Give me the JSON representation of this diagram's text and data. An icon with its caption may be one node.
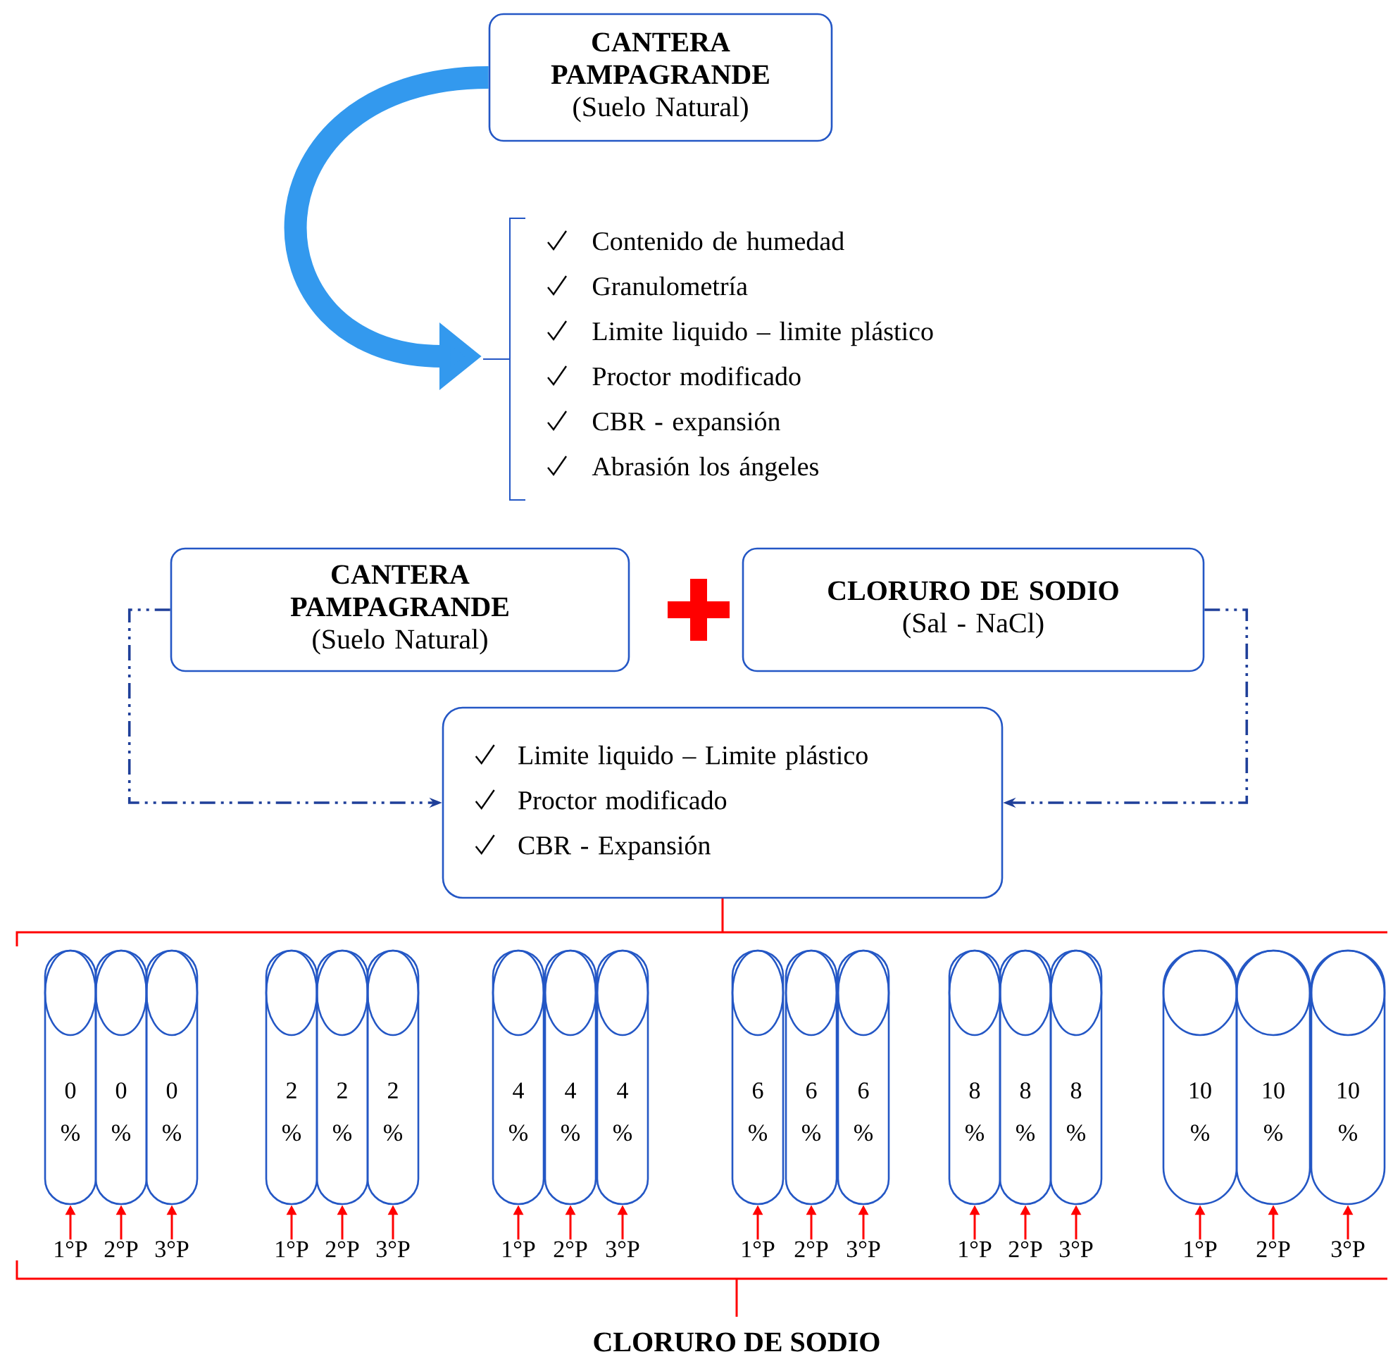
{
  "diagram": {
    "nodes": [
      {
        "text": [
          "CANTERA PAMPAGRANDE",
          "(Suelo Natural)"
        ]
      },
      {
        "text": [
          "Contenido de humedad",
          "Granulometría",
          "Limite liquido – limite plástico",
          "Proctor modificado",
          "CBR -  expansión",
          "Abrasión los ángeles"
        ]
      },
      {
        "text": [
          "CANTERA PAMPAGRANDE",
          "(Suelo Natural)"
        ]
      },
      {
        "text": [
          "CLORURO DE SODIO",
          "(Sal - NaCl)"
        ]
      },
      {
        "text": [
          "Limite liquido – Limite plástico",
          "Proctor modificado",
          "CBR -  Expansión"
        ]
      },
      {
        "text": [
          "0 %"
        ]
      },
      {
        "text": [
          "0 %"
        ]
      },
      {
        "text": [
          "0 %"
        ]
      },
      {
        "text": [
          "2 %"
        ]
      },
      {
        "text": [
          "2 %"
        ]
      },
      {
        "text": [
          "2 %"
        ]
      },
      {
        "text": [
          "4 %"
        ]
      },
      {
        "text": [
          "4 %"
        ]
      },
      {
        "text": [
          "4 %"
        ]
      },
      {
        "text": [
          "6 %"
        ]
      },
      {
        "text": [
          "6 %"
        ]
      },
      {
        "text": [
          "6 %"
        ]
      },
      {
        "text": [
          "8 %"
        ]
      },
      {
        "text": [
          "8 %"
        ]
      },
      {
        "text": [
          "8 %"
        ]
      },
      {
        "text": [
          "10 %"
        ]
      },
      {
        "text": [
          "10 %"
        ]
      },
      {
        "text": [
          "10 %"
        ]
      },
      {
        "text": [
          "1°P"
        ]
      },
      {
        "text": [
          "2°P"
        ]
      },
      {
        "text": [
          "3°P"
        ]
      },
      {
        "text": [
          "1°P"
        ]
      },
      {
        "text": [
          "2°P"
        ]
      },
      {
        "text": [
          "3°P"
        ]
      },
      {
        "text": [
          "1°P"
        ]
      },
      {
        "text": [
          "2°P"
        ]
      },
      {
        "text": [
          "3°P"
        ]
      },
      {
        "text": [
          "1°P"
        ]
      },
      {
        "text": [
          "2°P"
        ]
      },
      {
        "text": [
          "3°P"
        ]
      },
      {
        "text": [
          "1°P"
        ]
      },
      {
        "text": [
          "2°P"
        ]
      },
      {
        "text": [
          "3°P"
        ]
      },
      {
        "text": [
          "1°P"
        ]
      },
      {
        "text": [
          "2°P"
        ]
      },
      {
        "text": [
          "3°P"
        ]
      }
    ],
    "edges": [
      {
        "from": 0,
        "to": 1,
        "arrow": "to",
        "style": "thick",
        "color": "#3399ee"
      },
      {
        "from": 2,
        "to": 4,
        "arrow": "to",
        "style": "dashed",
        "color": "#1f3f99"
      },
      {
        "from": 3,
        "to": 4,
        "arrow": "to",
        "style": "dashed",
        "color": "#1f3f99"
      },
      {
        "from": 23,
        "to": 5,
        "arrow": "to"
      },
      {
        "from": 24,
        "to": 6,
        "arrow": "to"
      },
      {
        "from": 25,
        "to": 7,
        "arrow": "to"
      },
      {
        "from": 26,
        "to": 8,
        "arrow": "to"
      },
      {
        "from": 27,
        "to": 9,
        "arrow": "to"
      },
      {
        "from": 28,
        "to": 10,
        "arrow": "to"
      },
      {
        "from": 29,
        "to": 11,
        "arrow": "to"
      },
      {
        "from": 30,
        "to": 12,
        "arrow": "to"
      },
      {
        "from": 31,
        "to": 13,
        "arrow": "to"
      },
      {
        "from": 32,
        "to": 14,
        "arrow": "to"
      },
      {
        "from": 33,
        "to": 15,
        "arrow": "to"
      },
      {
        "from": 34,
        "to": 16,
        "arrow": "to"
      },
      {
        "from": 35,
        "to": 17,
        "arrow": "to"
      },
      {
        "from": 36,
        "to": 18,
        "arrow": "to"
      },
      {
        "from": 37,
        "to": 19,
        "arrow": "to"
      },
      {
        "from": 38,
        "to": 20,
        "arrow": "to"
      },
      {
        "from": 39,
        "to": 21,
        "arrow": "to"
      },
      {
        "from": 40,
        "to": 22,
        "arrow": "to"
      }
    ],
    "labels": [
      "CLORURO DE SODIO"
    ]
  }
}
